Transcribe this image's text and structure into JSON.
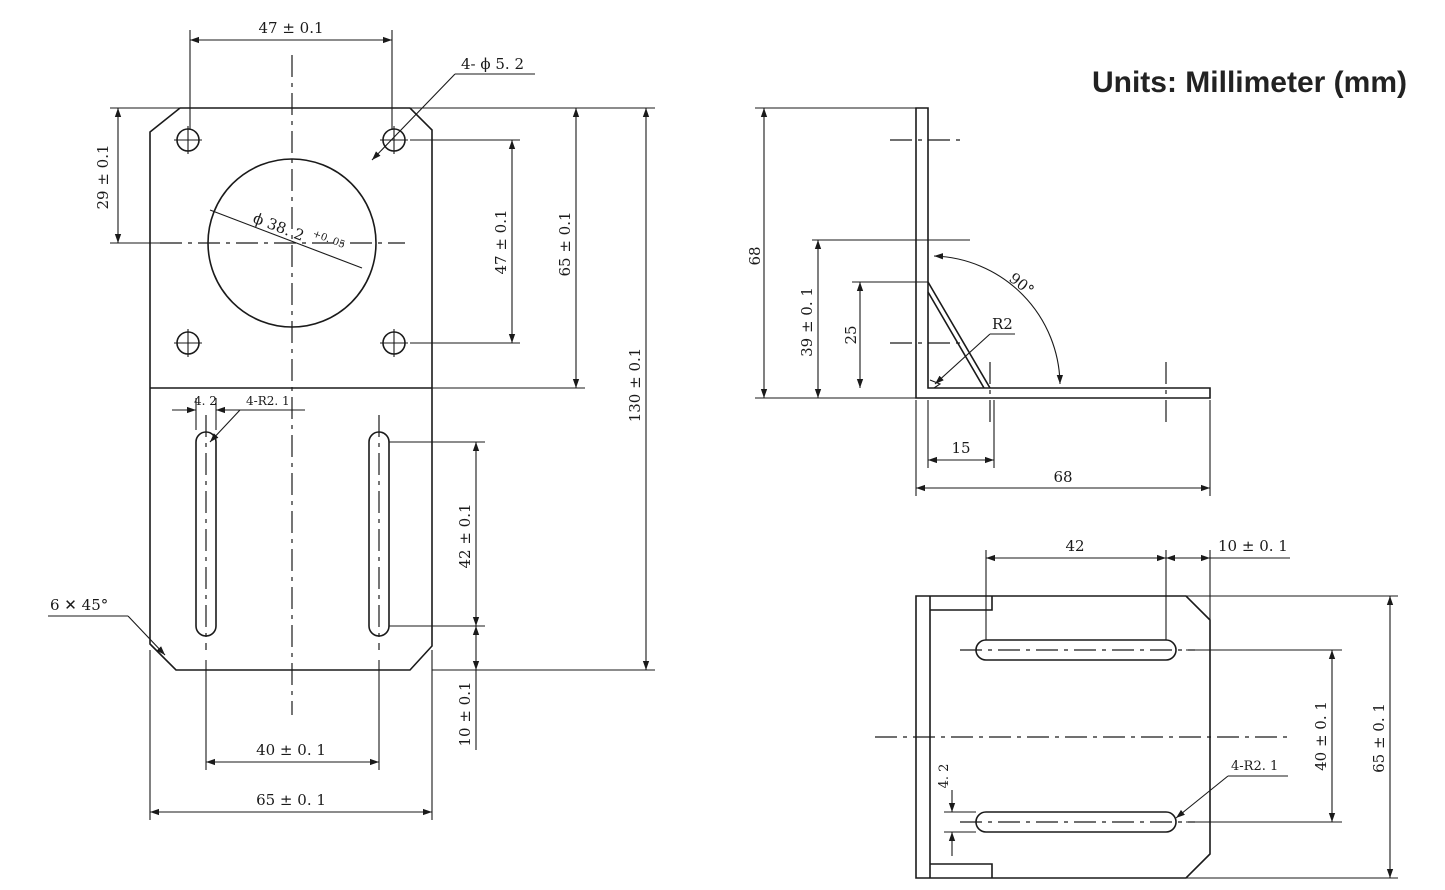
{
  "units_label": "Units: Millimeter (mm)",
  "front_view": {
    "dim_top_hole_spacing": "47 ± 0.1",
    "dim_hole_callout": "4- ϕ 5. 2",
    "dim_left_vertical": "29 ± 0.1",
    "dim_bore": "ϕ 38. 2",
    "dim_bore_tol": "+0. 05",
    "dim_vertical_hole_spacing": "47 ± 0.1",
    "dim_mount_plate_height": "65 ± 0.1",
    "dim_total_height": "130 ± 0.1",
    "dim_slot_width": "4. 2",
    "dim_slot_radius": "4-R2. 1",
    "dim_slot_length": "42 ± 0.1",
    "dim_chamfer": "6 ✕ 45°",
    "dim_bottom_offset": "10 ± 0.1",
    "dim_slot_spacing": "40 ± 0. 1",
    "dim_width": "65 ± 0. 1"
  },
  "side_view": {
    "dim_height": "68",
    "dim_gusset_offset": "39 ± 0. 1",
    "dim_gusset_height": "25",
    "dim_angle": "90°",
    "dim_radius": "R2",
    "dim_gusset_width": "15",
    "dim_length": "68"
  },
  "bottom_view": {
    "dim_slot_length": "42",
    "dim_edge_offset": "10 ± 0. 1",
    "dim_slot_spacing": "40 ± 0. 1",
    "dim_width": "65 ± 0. 1",
    "dim_slot_width": "4. 2",
    "dim_slot_radius": "4-R2. 1"
  }
}
